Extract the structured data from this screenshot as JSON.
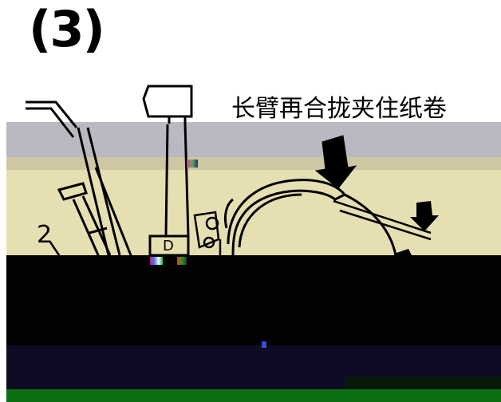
{
  "step_label": "(3)",
  "caption": "长臂再合拢夹住纸卷",
  "part_label_2": "2",
  "part_label_d": "D",
  "colors": {
    "ink": "#000000",
    "band_gray": "#b9b9c1",
    "band_beige": "#e6dfb1",
    "band_black": "#020202",
    "band_navy": "#0e0b25",
    "band_green": "#0c6f12"
  }
}
